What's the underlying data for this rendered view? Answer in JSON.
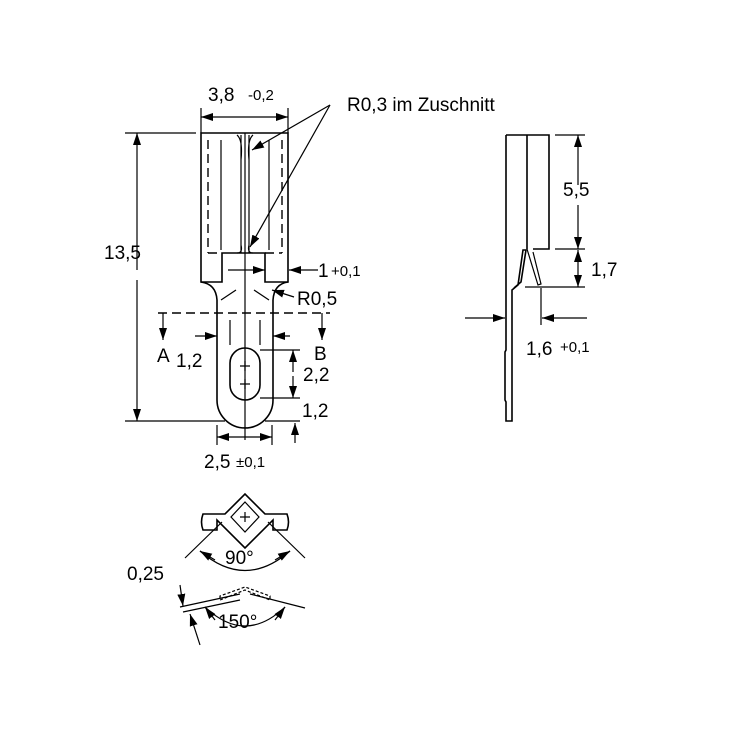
{
  "drawing": {
    "front_view": {
      "width_dim": "3,8",
      "width_tol": "-0,2",
      "radius_note": "R0,3 im Zuschnitt",
      "length_dim": "13,5",
      "slot_dim": "1",
      "slot_tol": "+0,1",
      "neck_radius": "R0,5",
      "section_a": "A",
      "section_b": "B",
      "hole_width": "1,2",
      "hole_length": "2,2",
      "tip_dim": "1,2",
      "tip_width": "2,5",
      "tip_tol": "±0,1"
    },
    "side_view": {
      "upper_dim": "5,5",
      "lower_dim": "1,7",
      "offset_dim": "1,6",
      "offset_tol": "+0,1"
    },
    "section_views": {
      "angle_a": "90°",
      "angle_b": "150°",
      "thickness": "0,25"
    }
  }
}
